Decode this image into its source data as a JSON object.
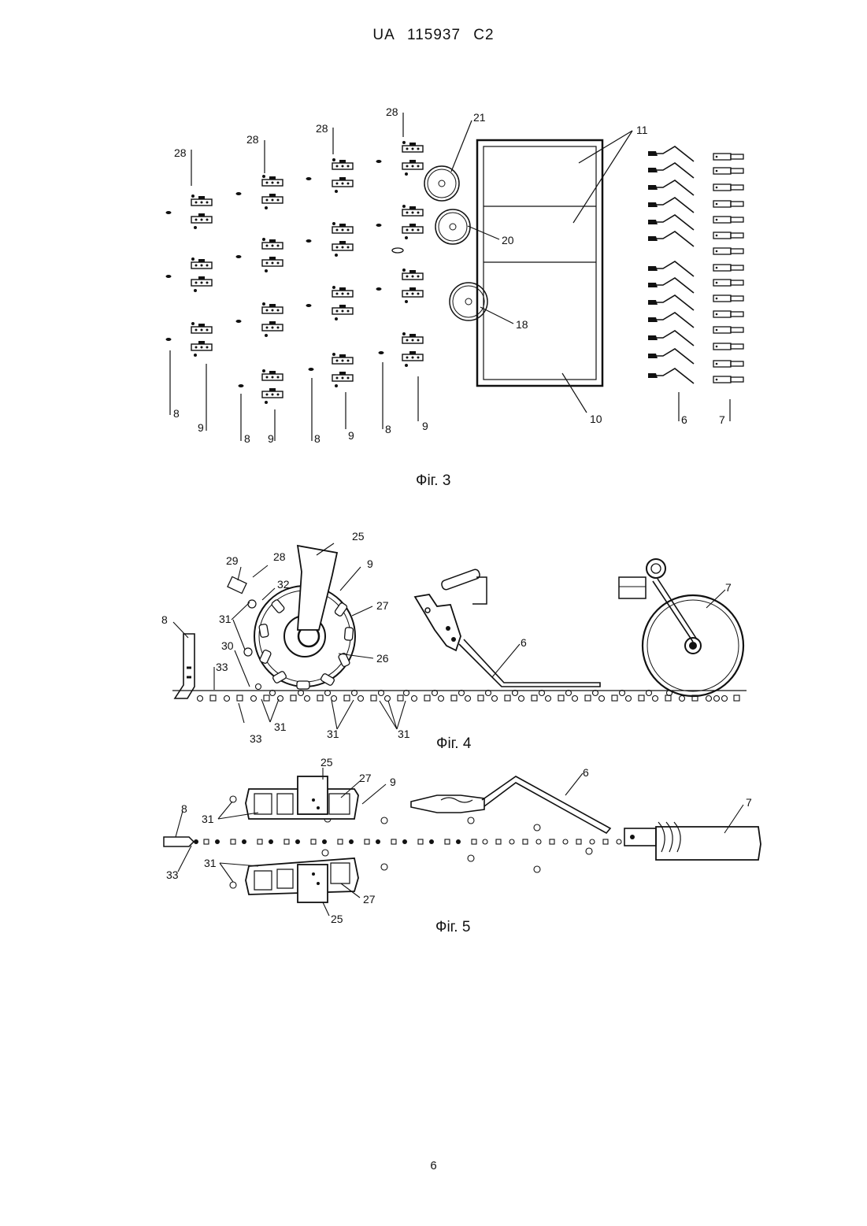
{
  "document": {
    "header": "UA 115937 C2",
    "page_number": "6"
  },
  "figures": {
    "fig3": {
      "caption": "Фіг. 3",
      "labels": {
        "l28a": "28",
        "l28b": "28",
        "l28c": "28",
        "l28d": "28",
        "l21": "21",
        "l11": "11",
        "l20": "20",
        "l18": "18",
        "l10": "10",
        "l6": "6",
        "l7": "7",
        "l8a": "8",
        "l9a": "9",
        "l8b": "8",
        "l9b": "9",
        "l8c": "8",
        "l9c": "9",
        "l8d": "8",
        "l9d": "9"
      }
    },
    "fig4": {
      "caption": "Фіг. 4",
      "labels": {
        "l25": "25",
        "l29": "29",
        "l28": "28",
        "l9": "9",
        "l32": "32",
        "l31a": "31",
        "l27": "27",
        "l8": "8",
        "l30": "30",
        "l26": "26",
        "l33a": "33",
        "l6": "6",
        "l7": "7",
        "l33b": "33",
        "l31b": "31",
        "l31c": "31",
        "l31d": "31"
      }
    },
    "fig5": {
      "caption": "Фіг. 5",
      "labels": {
        "l25a": "25",
        "l27a": "27",
        "l9": "9",
        "l6": "6",
        "l7": "7",
        "l8": "8",
        "l31a": "31",
        "l33": "33",
        "l31b": "31",
        "l27b": "27",
        "l25b": "25"
      }
    }
  }
}
